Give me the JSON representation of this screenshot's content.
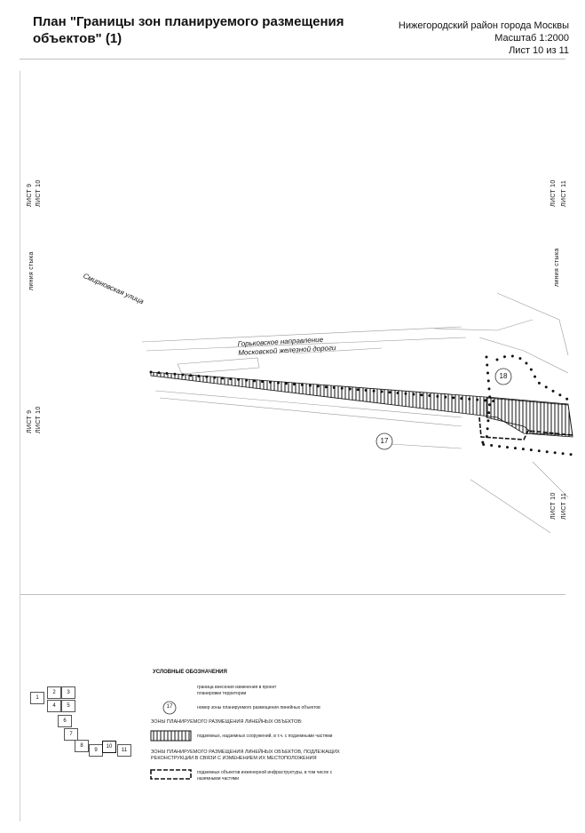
{
  "header": {
    "title": "План \"Границы зон планируемого размещения объектов\" (1)",
    "district": "Нижегородский район города Москвы",
    "scale": "Масштаб 1:2000",
    "sheet": "Лист 10 из 11"
  },
  "map": {
    "left_sheet_top_a": "ЛИСТ 9",
    "left_sheet_top_b": "ЛИСТ 10",
    "left_join_line": "линия стыка",
    "left_sheet_bottom_a": "ЛИСТ 9",
    "left_sheet_bottom_b": "ЛИСТ 10",
    "right_sheet_top_a": "ЛИСТ 10",
    "right_sheet_top_b": "ЛИСТ 11",
    "right_join_line": "линия стыка",
    "right_sheet_bottom_a": "ЛИСТ 10",
    "right_sheet_bottom_b": "ЛИСТ 11",
    "street_label": "Смирновская улица",
    "railway_label_1": "Горьковское направление",
    "railway_label_2": "Московской железной дороги",
    "zone_17": "17",
    "zone_18": "18"
  },
  "legend": {
    "title": "УСЛОВНЫЕ ОБОЗНАЧЕНИЯ",
    "item_boundary_1": "граница внесения изменения в проект",
    "item_boundary_2": "планировки территории",
    "zone_number_symbol": "17",
    "item_zone_number": "номер зоны планируемого размещения линейных объектов",
    "section_zones": "ЗОНЫ ПЛАНИРУЕМОГО РАЗМЕЩЕНИЯ ЛИНЕЙНЫХ ОБЪЕКТОВ:",
    "item_hatched": "подземных, надземных сооружений, в т.ч. с подземными частями",
    "section_reconstruction_1": "ЗОНЫ ПЛАНИРУЕМОГО РАЗМЕЩЕНИЯ ЛИНЕЙНЫХ ОБЪЕКТОВ, ПОДЛЕЖАЩИХ",
    "section_reconstruction_2": "РЕКОНСТРУКЦИИ В СВЯЗИ С ИЗМЕНЕНИЕМ ИХ МЕСТОПОЛОЖЕНИЯ",
    "item_dashed_1": "подземных объектов инженерной инфраструктуры, в том числе с",
    "item_dashed_2": "наземными частями"
  },
  "key_map": {
    "cells": [
      "1",
      "2",
      "3",
      "4",
      "5",
      "6",
      "7",
      "8",
      "9",
      "10",
      "11"
    ],
    "current": "10"
  }
}
